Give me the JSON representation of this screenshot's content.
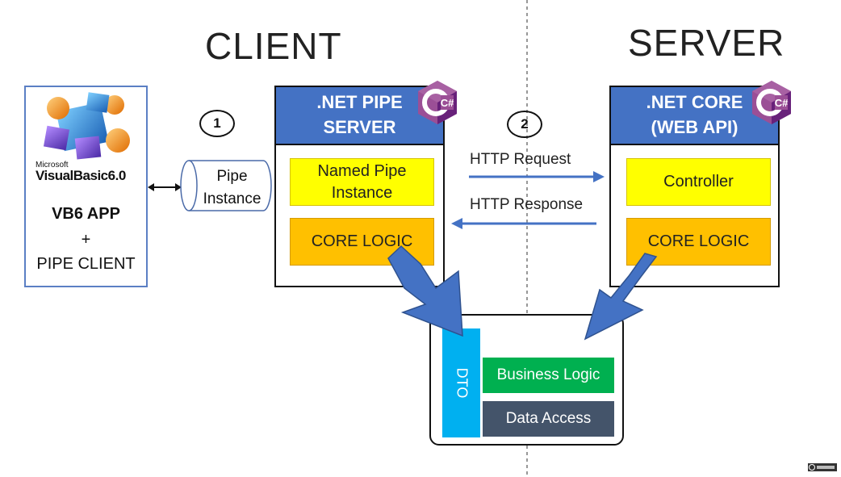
{
  "headings": {
    "client": "CLIENT",
    "server": "SERVER"
  },
  "vb6": {
    "logo_small": "Microsoft",
    "logo_main": "VisualBasic6.0",
    "app": "VB6 APP",
    "plus": "+",
    "client": "PIPE CLIENT"
  },
  "pipe": {
    "line1": "Pipe",
    "line2": "Instance"
  },
  "steps": {
    "one": "1",
    "two": "2"
  },
  "pipe_server": {
    "title_line1": ".NET PIPE",
    "title_line2": "SERVER",
    "named_pipe_line1": "Named Pipe",
    "named_pipe_line2": "Instance",
    "core_logic": "CORE LOGIC"
  },
  "http": {
    "request": "HTTP Request",
    "response": "HTTP Response"
  },
  "core_server": {
    "title_line1": ".NET CORE",
    "title_line2": "(WEB API)",
    "controller": "Controller",
    "core_logic": "CORE LOGIC"
  },
  "csharp_badge": "C#",
  "shared": {
    "dto": "DTO",
    "business_logic": "Business Logic",
    "data_access": "Data Access"
  },
  "colors": {
    "header_blue": "#4472c4",
    "yellow": "#ffff00",
    "orange": "#ffc000",
    "dto_blue": "#00b0f0",
    "green": "#00b050",
    "slate": "#44546a",
    "csharp_purple": "#9b4f96"
  }
}
